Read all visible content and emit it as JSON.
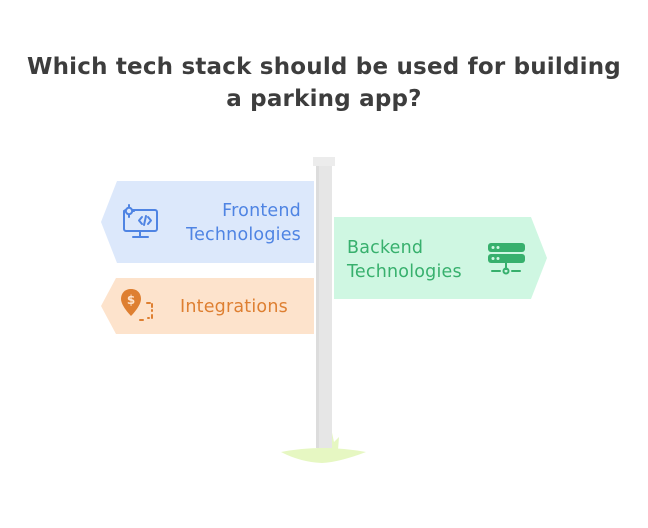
{
  "title": {
    "line1": "Which tech stack should be used for building",
    "line2": "a parking app?"
  },
  "signs": {
    "frontend": {
      "line1": "Frontend",
      "line2": "Technologies",
      "icon": "monitor-code-gear-icon",
      "fill": "#dce8fb",
      "color": "#4f84e3"
    },
    "integrations": {
      "line1": "Integrations",
      "icon": "location-pin-dollar-icon",
      "fill": "#fde3cc",
      "color": "#de7f31"
    },
    "backend": {
      "line1": "Backend",
      "line2": "Technologies",
      "icon": "server-stack-icon",
      "fill": "#cff7e2",
      "color": "#37b06d"
    }
  },
  "colors": {
    "title": "#3d3d3d",
    "pole": "#e6e6e6",
    "ground": "#e6f7c2"
  }
}
